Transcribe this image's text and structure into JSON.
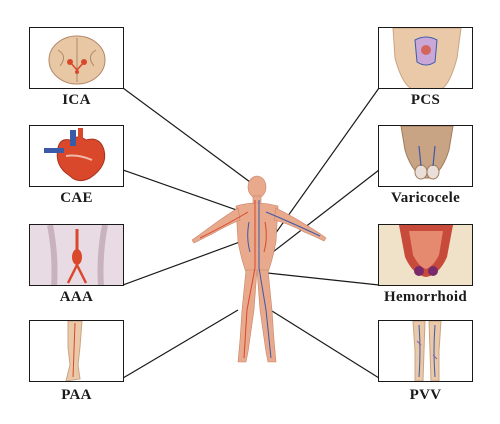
{
  "labels": {
    "ica": "ICA",
    "cae": "CAE",
    "aaa": "AAA",
    "paa": "PAA",
    "pcs": "PCS",
    "varicocele": "Varicocele",
    "hemorrhoid": "Hemorrhoid",
    "pvv": "PVV"
  },
  "colors": {
    "border": "#1a1a1a",
    "skin": "#e8a98c",
    "artery": "#d9482b",
    "vein": "#3b5aa8"
  }
}
